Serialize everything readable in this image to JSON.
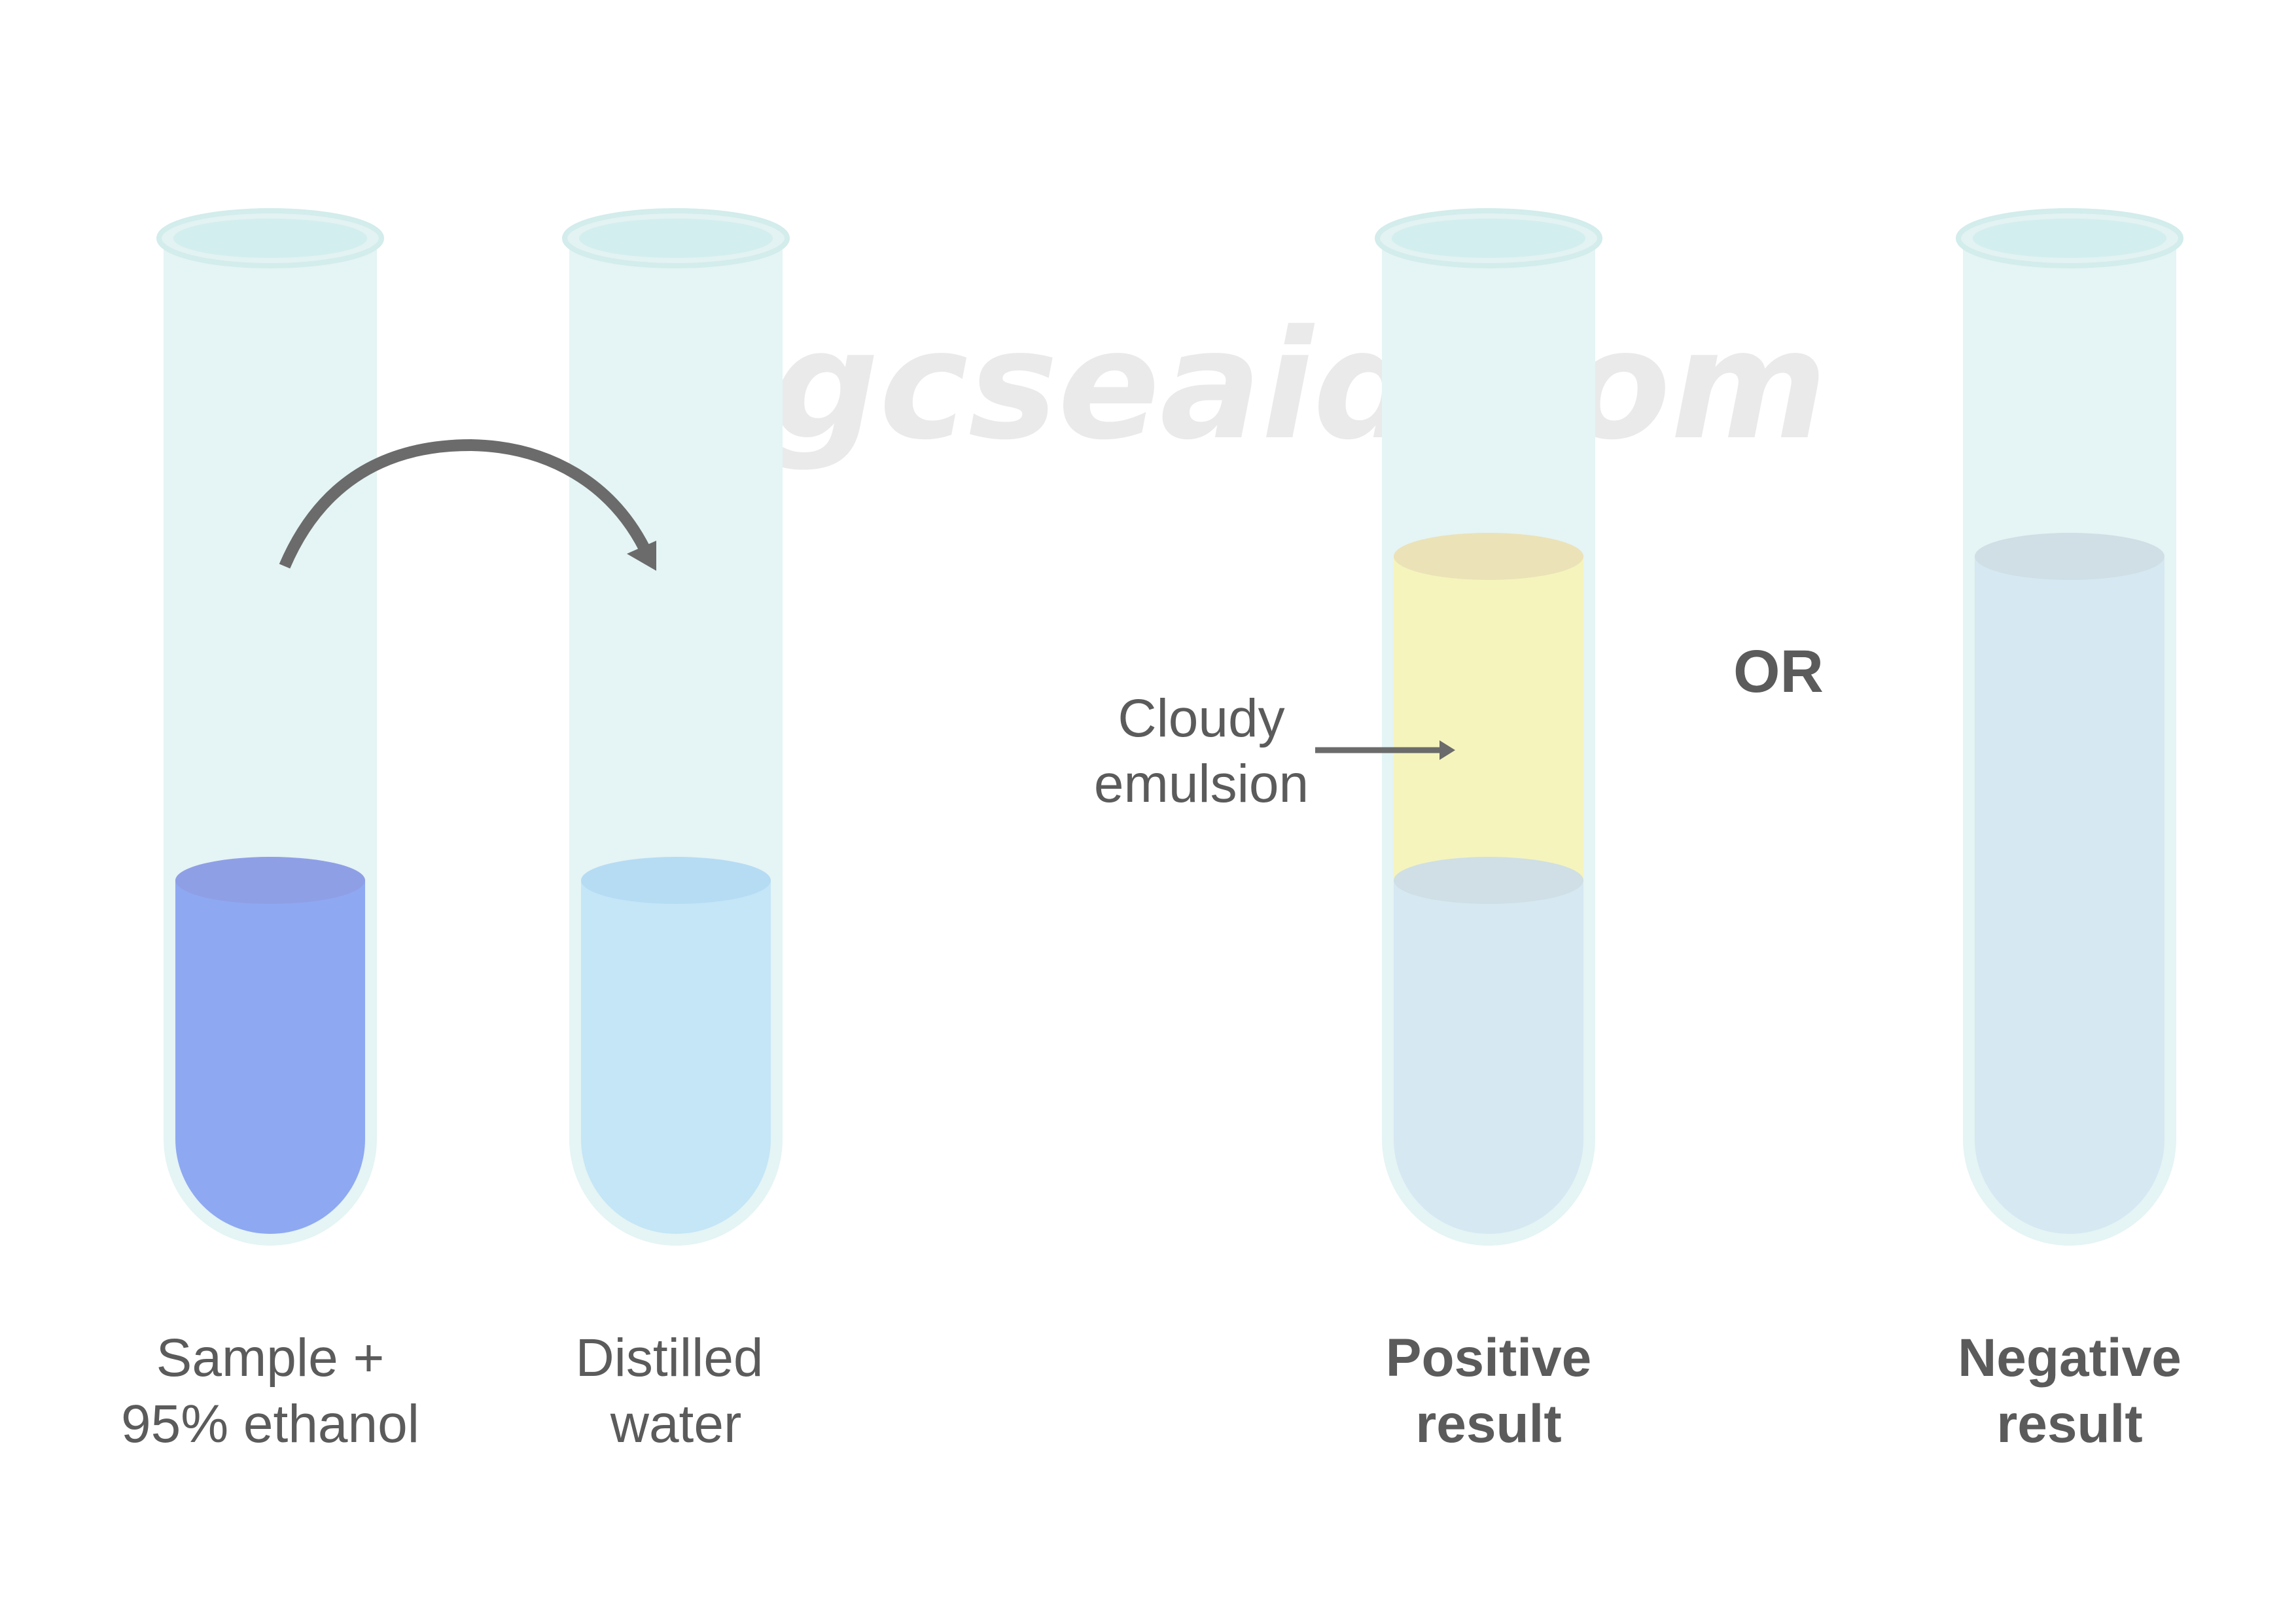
{
  "watermark": "igcseaid.com",
  "tubes": [
    {
      "id": "sample",
      "label_line1": "Sample +",
      "label_line2": "95% ethanol",
      "liquid_color": "#8ea9f2",
      "liquid_top_color": "#8f9fe6"
    },
    {
      "id": "water",
      "label_line1": "Distilled",
      "label_line2": "water",
      "liquid_color": "#c4e6f7",
      "liquid_top_color": "#b6dcf4"
    },
    {
      "id": "positive",
      "label_line1": "Positive",
      "label_line2": "result",
      "liquid_color": "#d6e8f2",
      "emulsion_color": "#f5f4bd"
    },
    {
      "id": "negative",
      "label_line1": "Negative",
      "label_line2": "result",
      "liquid_color": "#d6e8f2"
    }
  ],
  "emulsion_label": {
    "line1": "Cloudy",
    "line2": "emulsion"
  },
  "or_label": "OR",
  "colors": {
    "tube_glass": "#e5f4f4",
    "tube_rim": "#d4eeee",
    "text": "#5b5b5b",
    "arrow": "#6b6b6b"
  }
}
